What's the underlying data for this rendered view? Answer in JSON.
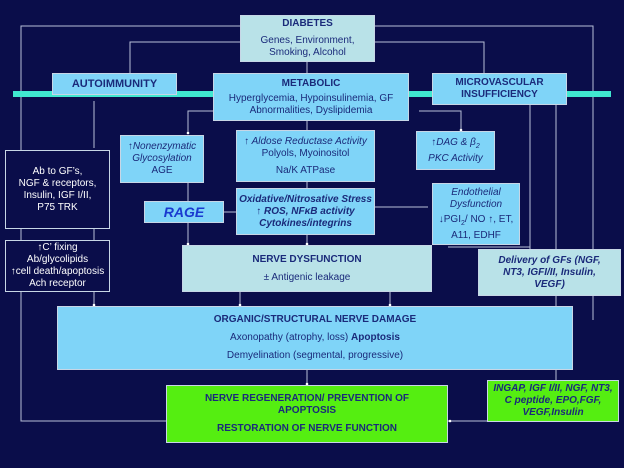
{
  "diagram": {
    "diabetes": {
      "title": "DIABETES",
      "line1": "Genes, Environment,",
      "line2": "Smoking, Alcohol"
    },
    "autoimmunity": {
      "title": "AUTOIMMUNITY"
    },
    "metabolic": {
      "title": "METABOLIC",
      "line1": "Hyperglycemia, Hypoinsulinemia, GF",
      "line2": "Abnormalities, Dyslipidemia"
    },
    "microvascular": {
      "line1": "MICROVASCULAR",
      "line2": "INSUFFICIENCY"
    },
    "nonenzymatic": {
      "line1": "↑Nonenzymatic",
      "line2": "Glycosylation",
      "line3": "AGE"
    },
    "aldose": {
      "line1": "↑ Aldose Reductase Activity",
      "line2": "Polyols, Myoinositol",
      "line3": "Na/K ATPase"
    },
    "dag": {
      "line1": "↑DAG & β",
      "sub": "2",
      "line2": "PKC Activity"
    },
    "antibodies": {
      "line1": "Ab to GF’s,",
      "line2": "NGF & receptors,",
      "line3": "Insulin, IGF I/II,",
      "line4": "P75 TRK"
    },
    "rage": {
      "title": "RAGE"
    },
    "oxidative": {
      "line1": "Oxidative/Nitrosative Stress",
      "line2": "↑ ROS, NFκB activity",
      "line3": "Cytokines/integrins"
    },
    "endothelial": {
      "line1": "Endothelial",
      "line2": "Dysfunction",
      "line3a": "↓PGI",
      "line3sub": "2",
      "line3b": "/ NO ↑, ET,",
      "line4": "A11, EDHF"
    },
    "complement": {
      "line1": "↑C’ fixing",
      "line2": "Ab/glycolipids",
      "line3": "↑cell death/apoptosis",
      "line4": "Ach receptor"
    },
    "nerve_dysfunction": {
      "title": "NERVE DYSFUNCTION",
      "line1": "± Antigenic leakage"
    },
    "delivery": {
      "line1": "Delivery of GFs (NGF,",
      "line2": "NT3, IGFI/II, Insulin,",
      "line3": "VEGF)"
    },
    "structural_damage": {
      "title": "ORGANIC/STRUCTURAL NERVE DAMAGE",
      "line1a": "Axonopathy (atrophy, loss) ",
      "line1b": "Apoptosis",
      "line2": "Demyelination (segmental, progressive)"
    },
    "regeneration": {
      "line1": "NERVE REGENERATION/ PREVENTION OF",
      "line2": "APOPTOSIS",
      "line3": "RESTORATION OF NERVE FUNCTION"
    },
    "therapies": {
      "line1": "INGAP, IGF I/II, NGF, NT3,",
      "line2": "C peptide, EPO,FGF,",
      "line3": "VEGF,Insulin"
    }
  }
}
